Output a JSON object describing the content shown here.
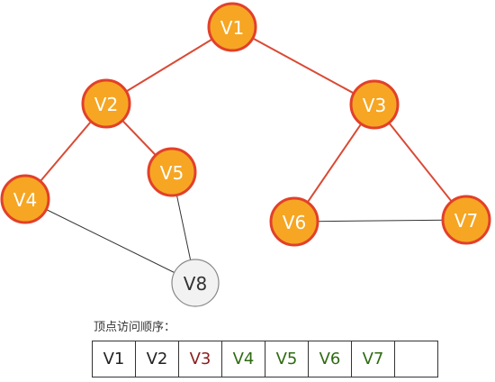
{
  "colors": {
    "visited_fill": "#f6a623",
    "visited_stroke": "#e2402a",
    "unvisited_fill": "#f2f2f2",
    "unvisited_stroke": "#888888",
    "tree_edge": "#d94a35",
    "plain_edge": "#333333",
    "seq_default": "#222222",
    "seq_red": "#8b1e1e",
    "seq_green": "#2e6b12"
  },
  "nodes": [
    {
      "id": "v1",
      "label": "V1",
      "visited": true
    },
    {
      "id": "v2",
      "label": "V2",
      "visited": true
    },
    {
      "id": "v3",
      "label": "V3",
      "visited": true
    },
    {
      "id": "v4",
      "label": "V4",
      "visited": true
    },
    {
      "id": "v5",
      "label": "V5",
      "visited": true
    },
    {
      "id": "v6",
      "label": "V6",
      "visited": true
    },
    {
      "id": "v7",
      "label": "V7",
      "visited": true
    },
    {
      "id": "v8",
      "label": "V8",
      "visited": false
    }
  ],
  "edges": [
    {
      "from": "v1",
      "to": "v2",
      "kind": "tree"
    },
    {
      "from": "v1",
      "to": "v3",
      "kind": "tree"
    },
    {
      "from": "v2",
      "to": "v4",
      "kind": "tree"
    },
    {
      "from": "v2",
      "to": "v5",
      "kind": "tree"
    },
    {
      "from": "v3",
      "to": "v6",
      "kind": "tree"
    },
    {
      "from": "v3",
      "to": "v7",
      "kind": "tree"
    },
    {
      "from": "v4",
      "to": "v8",
      "kind": "plain"
    },
    {
      "from": "v5",
      "to": "v8",
      "kind": "plain"
    },
    {
      "from": "v6",
      "to": "v7",
      "kind": "plain"
    }
  ],
  "sequence": {
    "label": "顶点访问顺序：",
    "cells": [
      {
        "text": "V1",
        "color": "default"
      },
      {
        "text": "V2",
        "color": "default"
      },
      {
        "text": "V3",
        "color": "red"
      },
      {
        "text": "V4",
        "color": "green"
      },
      {
        "text": "V5",
        "color": "green"
      },
      {
        "text": "V6",
        "color": "green"
      },
      {
        "text": "V7",
        "color": "green"
      },
      {
        "text": "",
        "color": "default"
      }
    ]
  }
}
